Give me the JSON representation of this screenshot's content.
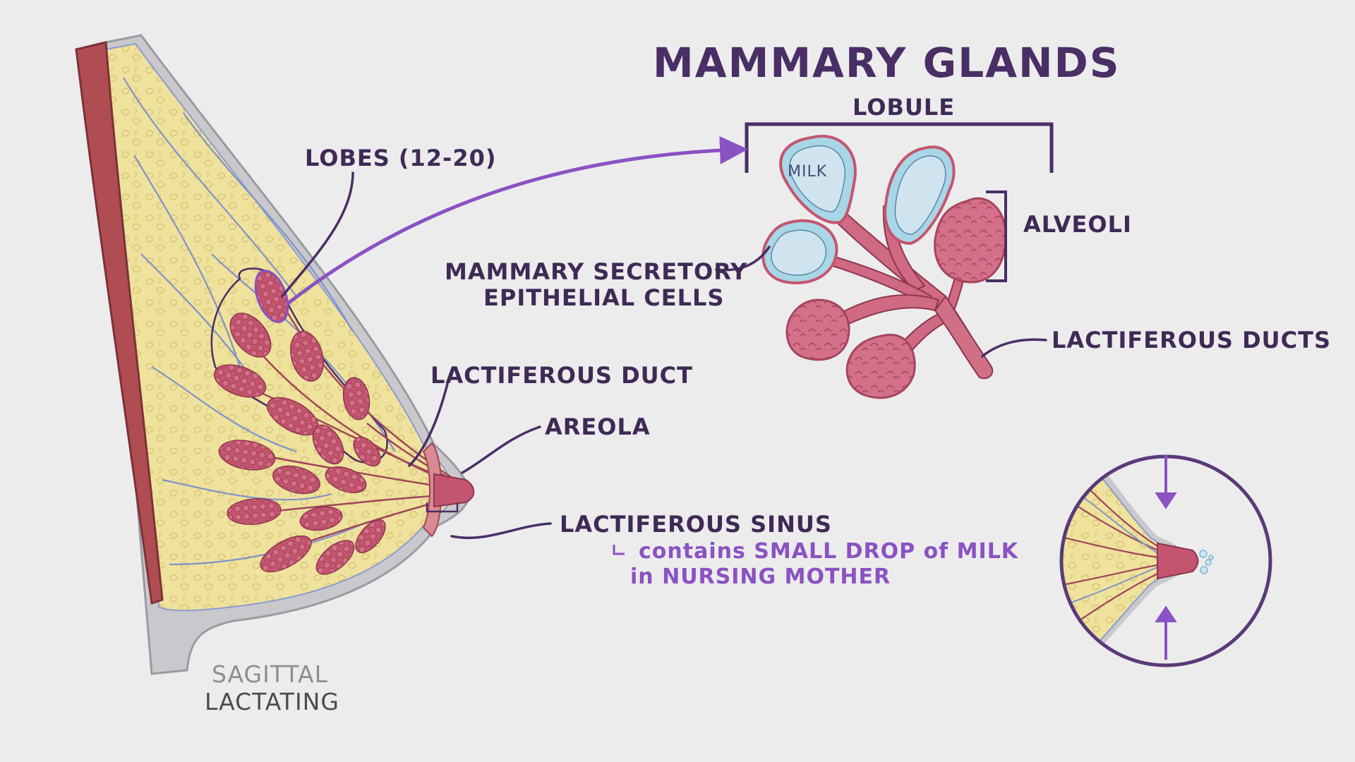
{
  "title": "MAMMARY GLANDS",
  "labels": {
    "lobes": "LOBES (12-20)",
    "lobule": "LOBULE",
    "milk": "MILK",
    "alveoli": "ALVEOLI",
    "secretory_line1": "MAMMARY SECRETORY",
    "secretory_line2": "EPITHELIAL CELLS",
    "lactiferous_ducts": "LACTIFEROUS DUCTS",
    "lactiferous_duct": "LACTIFEROUS DUCT",
    "areola": "AREOLA",
    "lactiferous_sinus": "LACTIFEROUS SINUS",
    "sinus_note_line1": "contains SMALL DROP of MILK",
    "sinus_note_line2": "in NURSING MOTHER",
    "view_line1": "SAGITTAL",
    "view_line2": "LACTATING"
  },
  "colors": {
    "background": "#ececed",
    "text": "#3f2a55",
    "accent": "#8a52c2",
    "fat": "#efe29c",
    "tissue": "#c4556e",
    "muscle": "#b04d52",
    "skin": "#c8c8cc",
    "vessel": "#7f93c8",
    "alveolus_cells": "#a9d6e6"
  }
}
